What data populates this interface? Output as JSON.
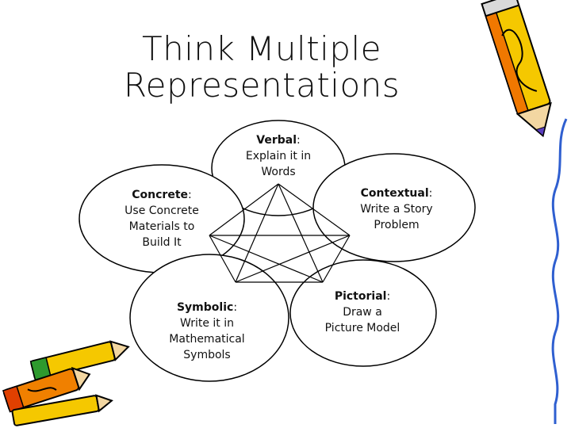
{
  "title": {
    "line1": "Think Multiple",
    "line2": "Representations"
  },
  "nodes": {
    "verbal": {
      "heading": "Verbal",
      "desc1": "Explain it in",
      "desc2": "Words",
      "desc3": ""
    },
    "concrete": {
      "heading": "Concrete",
      "desc1": "Use Concrete",
      "desc2": "Materials to",
      "desc3": "Build It"
    },
    "contextual": {
      "heading": "Contextual",
      "desc1": "Write a Story",
      "desc2": "Problem",
      "desc3": ""
    },
    "symbolic": {
      "heading": "Symbolic",
      "desc1": "Write it in",
      "desc2": "Mathematical",
      "desc3": "Symbols"
    },
    "pictorial": {
      "heading": "Pictorial",
      "desc1": "Draw a",
      "desc2": "Picture Model",
      "desc3": ""
    }
  },
  "decorations": {
    "top_right": "pencil-icon",
    "right_edge": "squiggle-line",
    "bottom_left": "crayons-icon"
  },
  "colors": {
    "pencil_yellow": "#f5c800",
    "pencil_orange": "#f07800",
    "crayon_green": "#2e9a2e",
    "crayon_orange": "#f08000",
    "accent_blue": "#2f5fd0",
    "outline": "#000000"
  }
}
